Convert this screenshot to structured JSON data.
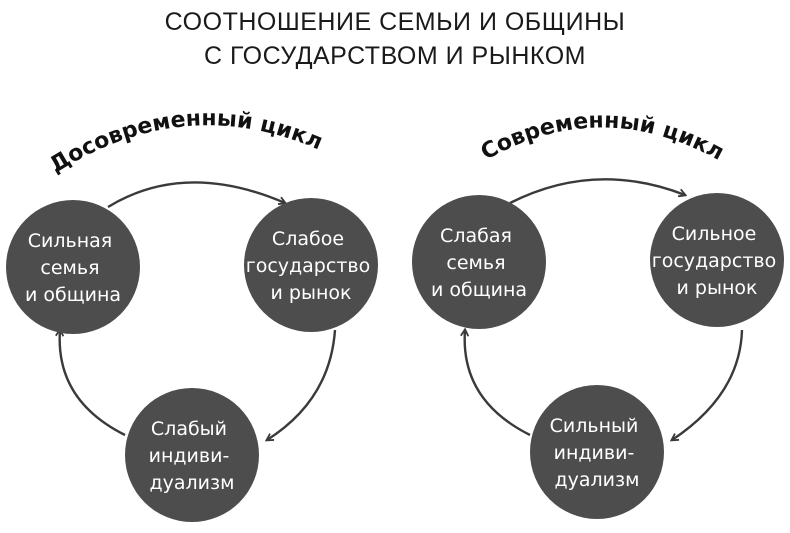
{
  "title": {
    "line1": "СООТНОШЕНИЕ СЕМЬИ И ОБЩИНЫ",
    "line2": "С ГОСУДАРСТВОМ И РЫНКОМ"
  },
  "cycles": [
    {
      "title": "Досовременный цикл",
      "nodes": [
        {
          "lines": [
            "Сильная",
            "семья",
            "и община"
          ]
        },
        {
          "lines": [
            "Слабое",
            "государство",
            "и рынок"
          ]
        },
        {
          "lines": [
            "Слабый",
            "индиви-",
            "дуализм"
          ]
        }
      ]
    },
    {
      "title": "Современный цикл",
      "nodes": [
        {
          "lines": [
            "Слабая",
            "семья",
            "и община"
          ]
        },
        {
          "lines": [
            "Сильное",
            "государство",
            "и рынок"
          ]
        },
        {
          "lines": [
            "Сильный",
            "индиви-",
            "дуализм"
          ]
        }
      ]
    }
  ],
  "colors": {
    "circle": "#4d4d4d",
    "arrow": "#3a3a3a",
    "circle_text": "#ffffff"
  }
}
